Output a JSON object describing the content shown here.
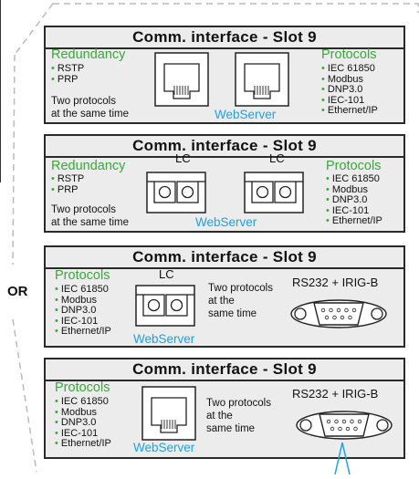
{
  "panels": [
    {
      "title": "Comm. interface - Slot 9",
      "redundancy": {
        "heading": "Redundancy",
        "items": [
          "RSTP",
          "PRP"
        ]
      },
      "note": [
        "Two protocols",
        "at the same time"
      ],
      "webserver": "WebServer",
      "protocols": {
        "heading": "Protocols",
        "items": [
          "IEC 61850",
          "Modbus",
          "DNP3.0",
          "IEC-101",
          "Ethernet/IP"
        ]
      }
    },
    {
      "title": "Comm. interface - Slot 9",
      "redundancy": {
        "heading": "Redundancy",
        "items": [
          "RSTP",
          "PRP"
        ]
      },
      "note": [
        "Two protocols",
        "at the same time"
      ],
      "lc_labels": [
        "LC",
        "LC"
      ],
      "webserver": "WebServer",
      "protocols": {
        "heading": "Protocols",
        "items": [
          "IEC 61850",
          "Modbus",
          "DNP3.0",
          "IEC-101",
          "Ethernet/IP"
        ]
      }
    },
    {
      "title": "Comm. interface - Slot 9",
      "protocols": {
        "heading": "Protocols",
        "items": [
          "IEC 61850",
          "Modbus",
          "DNP3.0",
          "IEC-101",
          "Ethernet/IP"
        ]
      },
      "lc_label": "LC",
      "note": [
        "Two protocols",
        "at the",
        "same time"
      ],
      "webserver": "WebServer",
      "serial": "RS232 + IRIG-B"
    },
    {
      "title": "Comm. interface - Slot 9",
      "protocols": {
        "heading": "Protocols",
        "items": [
          "IEC 61850",
          "Modbus",
          "DNP3.0",
          "IEC-101",
          "Ethernet/IP"
        ]
      },
      "note": [
        "Two protocols",
        "at the",
        "same time"
      ],
      "webserver": "WebServer",
      "serial": "RS232 + IRIG-B"
    }
  ],
  "or_label": "OR",
  "colors": {
    "green": "#3aa83a",
    "blue": "#1aa3e6",
    "arrow": "#1aa3e6"
  }
}
